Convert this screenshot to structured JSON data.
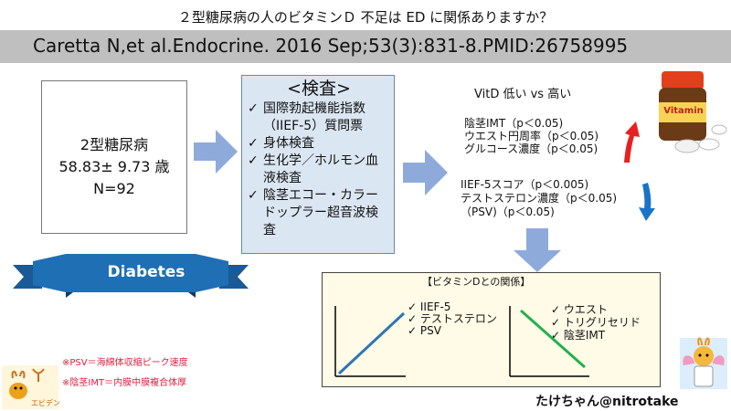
{
  "title": "２型糖尿病の人のビタミンＤ 不足は ED に関係ありますか？",
  "citation": "Caretta N,et al.Endocrine. 2016 Sep;53(3):831-8.PMID:26758995",
  "diabetes_box": {
    "line1": "2型糖尿病",
    "line2": "58.83± 9.73 歳",
    "line3": "N=92"
  },
  "ribbon_label": "Diabetes",
  "exam": {
    "title": "<検査>",
    "items": [
      "国際勃起機能指数（IIEF-5）質問票",
      "身体検査",
      "生化学／ホルモン血液検査",
      "陰茎エコー・カラードップラー超音波検査"
    ]
  },
  "vitd_heading": "VitD 低い vs 高い",
  "increased": [
    "陰茎IMT（p＜0.05)",
    "ウエスト円周率（p＜0.05)",
    "グルコース濃度（p＜0.05)"
  ],
  "decreased": [
    "IIEF-5スコア（p＜0.005)",
    "テストステロン濃度（p＜0.05)",
    "（PSV)（p＜0.05)"
  ],
  "relation": {
    "title": "【ビタミンDとの関係】",
    "positive": [
      "IIEF-5",
      "テストステロン",
      "PSV"
    ],
    "negative": [
      "ウエスト",
      "トリグリセリド",
      "陰茎IMT"
    ]
  },
  "notes": [
    "※PSV＝海綿体収縮ピーク速度",
    "※陰茎IMT＝内膜中膜複合体厚"
  ],
  "bottle_label": "Vitamin",
  "logo_text": "エビデン",
  "credit": "たけちゃん@nitrotake",
  "check": "✓",
  "colors": {
    "banner": "#bfbfbf",
    "arrow": "#8eaadb",
    "ribbon": "#1f6fb5",
    "up_arrow": "#e8201e",
    "down_arrow": "#1a73c9",
    "positive_line": "#2e75b6",
    "negative_line": "#22b14c",
    "note_text": "#e0203f"
  }
}
